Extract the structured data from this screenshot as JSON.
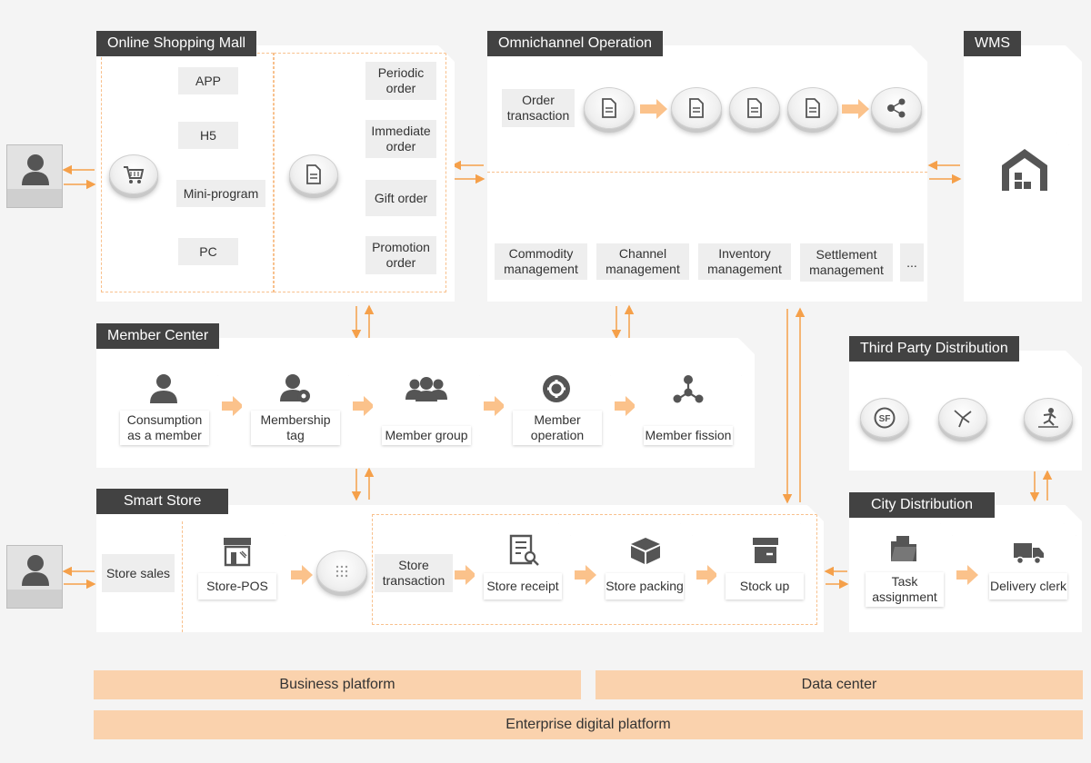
{
  "online_mall": {
    "title": "Online Shopping Mall",
    "channels": [
      "APP",
      "H5",
      "Mini-program",
      "PC"
    ],
    "orders": [
      "Periodic order",
      "Immediate order",
      "Gift order",
      "Promotion order"
    ]
  },
  "omnichannel": {
    "title": "Omnichannel Operation",
    "order_transaction": "Order transaction",
    "modules": [
      "Commodity management",
      "Channel management",
      "Inventory management",
      "Settlement management",
      "..."
    ]
  },
  "wms": {
    "title": "WMS"
  },
  "member_center": {
    "title": "Member Center",
    "steps": [
      "Consumption as a member",
      "Membership tag",
      "Member group",
      "Member operation",
      "Member fission"
    ]
  },
  "third_party": {
    "title": "Third Party Distribution"
  },
  "smart_store": {
    "title": "Smart Store",
    "store_sales": "Store sales",
    "store_pos": "Store-POS",
    "store_transaction": "Store transaction",
    "steps": [
      "Store receipt",
      "Store packing",
      "Stock up"
    ]
  },
  "city_distribution": {
    "title": "City Distribution",
    "steps": [
      "Task assignment",
      "Delivery clerk"
    ]
  },
  "platforms": {
    "business": "Business platform",
    "data": "Data center",
    "enterprise": "Enterprise digital platform"
  },
  "colors": {
    "accent": "#f5a04a",
    "tab": "#424242",
    "bar": "#fad2ad",
    "icon": "#555555"
  }
}
